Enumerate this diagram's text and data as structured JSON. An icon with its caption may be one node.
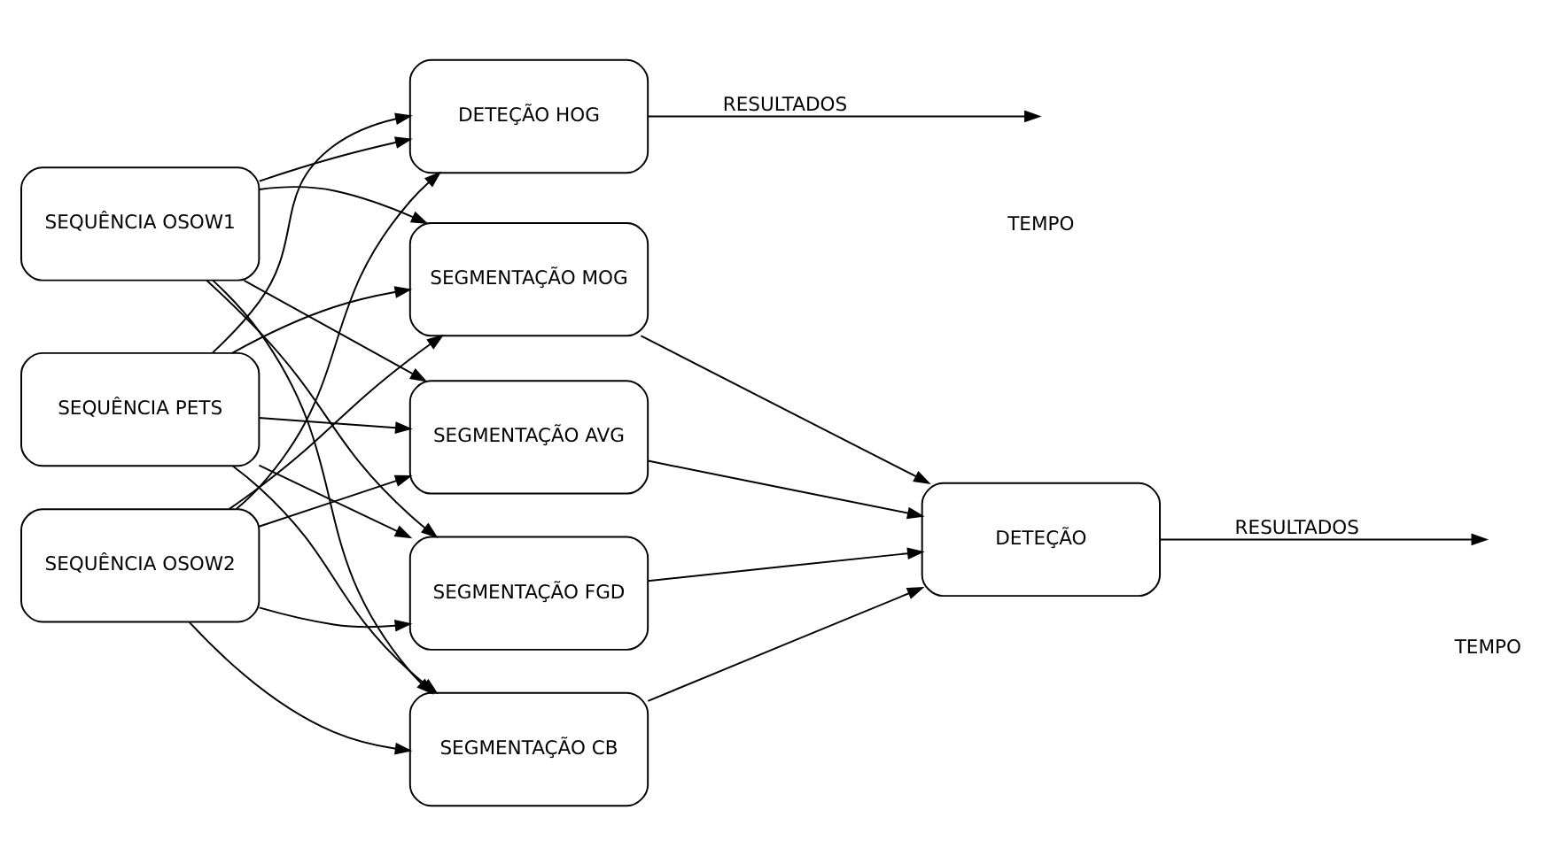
{
  "diagram": {
    "nodes": [
      {
        "text": [
          "SEQUÊNCIA OSOW1"
        ]
      },
      {
        "text": [
          "SEQUÊNCIA OSOW2"
        ]
      },
      {
        "text": [
          "SEQUÊNCIA PETS"
        ]
      },
      {
        "text": [
          "SEGMENTAÇÃO AVG"
        ]
      },
      {
        "text": [
          "SEGMENTAÇÃO CB"
        ]
      },
      {
        "text": [
          "SEGMENTAÇÃO MOG"
        ]
      },
      {
        "text": [
          "SEGMENTAÇÃO FGD"
        ]
      },
      {
        "text": [
          "DETEÇÃO"
        ]
      },
      {
        "text": [
          "DETEÇÃO HOG"
        ]
      }
    ],
    "edges": [
      {
        "from": 0,
        "to": 3,
        "arrow": "to"
      },
      {
        "from": 0,
        "to": 4,
        "arrow": "to"
      },
      {
        "from": 0,
        "to": 5,
        "arrow": "to"
      },
      {
        "from": 0,
        "to": 6,
        "arrow": "to"
      },
      {
        "from": 1,
        "to": 3,
        "arrow": "to"
      },
      {
        "from": 1,
        "to": 4,
        "arrow": "to"
      },
      {
        "from": 1,
        "to": 5,
        "arrow": "to"
      },
      {
        "from": 1,
        "to": 6,
        "arrow": "to"
      },
      {
        "from": 2,
        "to": 3,
        "arrow": "to"
      },
      {
        "from": 2,
        "to": 4,
        "arrow": "to"
      },
      {
        "from": 2,
        "to": 5,
        "arrow": "to"
      },
      {
        "from": 2,
        "to": 6,
        "arrow": "to"
      },
      {
        "from": 0,
        "to": 8,
        "arrow": "to"
      },
      {
        "from": 1,
        "to": 8,
        "arrow": "to"
      },
      {
        "from": 2,
        "to": 8,
        "arrow": "to"
      },
      {
        "from": 3,
        "to": 7,
        "arrow": "to"
      },
      {
        "from": 4,
        "to": 7,
        "arrow": "to"
      },
      {
        "from": 5,
        "to": 7,
        "arrow": "to"
      },
      {
        "from": 6,
        "to": 7,
        "arrow": "to"
      },
      {
        "from": 7,
        "to": null,
        "arrow": "to",
        "label": "RESULTADOS"
      },
      {
        "from": 8,
        "to": null,
        "arrow": "to",
        "label": "RESULTADOS"
      }
    ],
    "labels": [
      "TEMPO",
      "TEMPO"
    ]
  }
}
